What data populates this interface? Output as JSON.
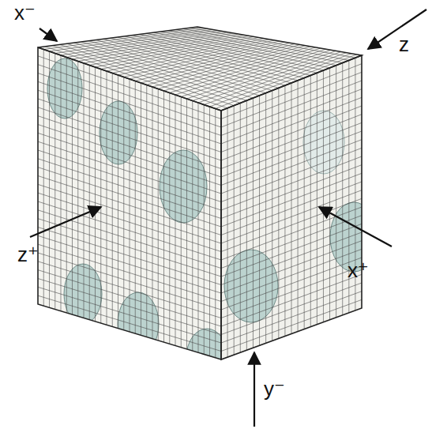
{
  "diagram": {
    "labels": [
      "x⁻",
      "z",
      "z⁺",
      "x⁺",
      "y⁻"
    ]
  }
}
